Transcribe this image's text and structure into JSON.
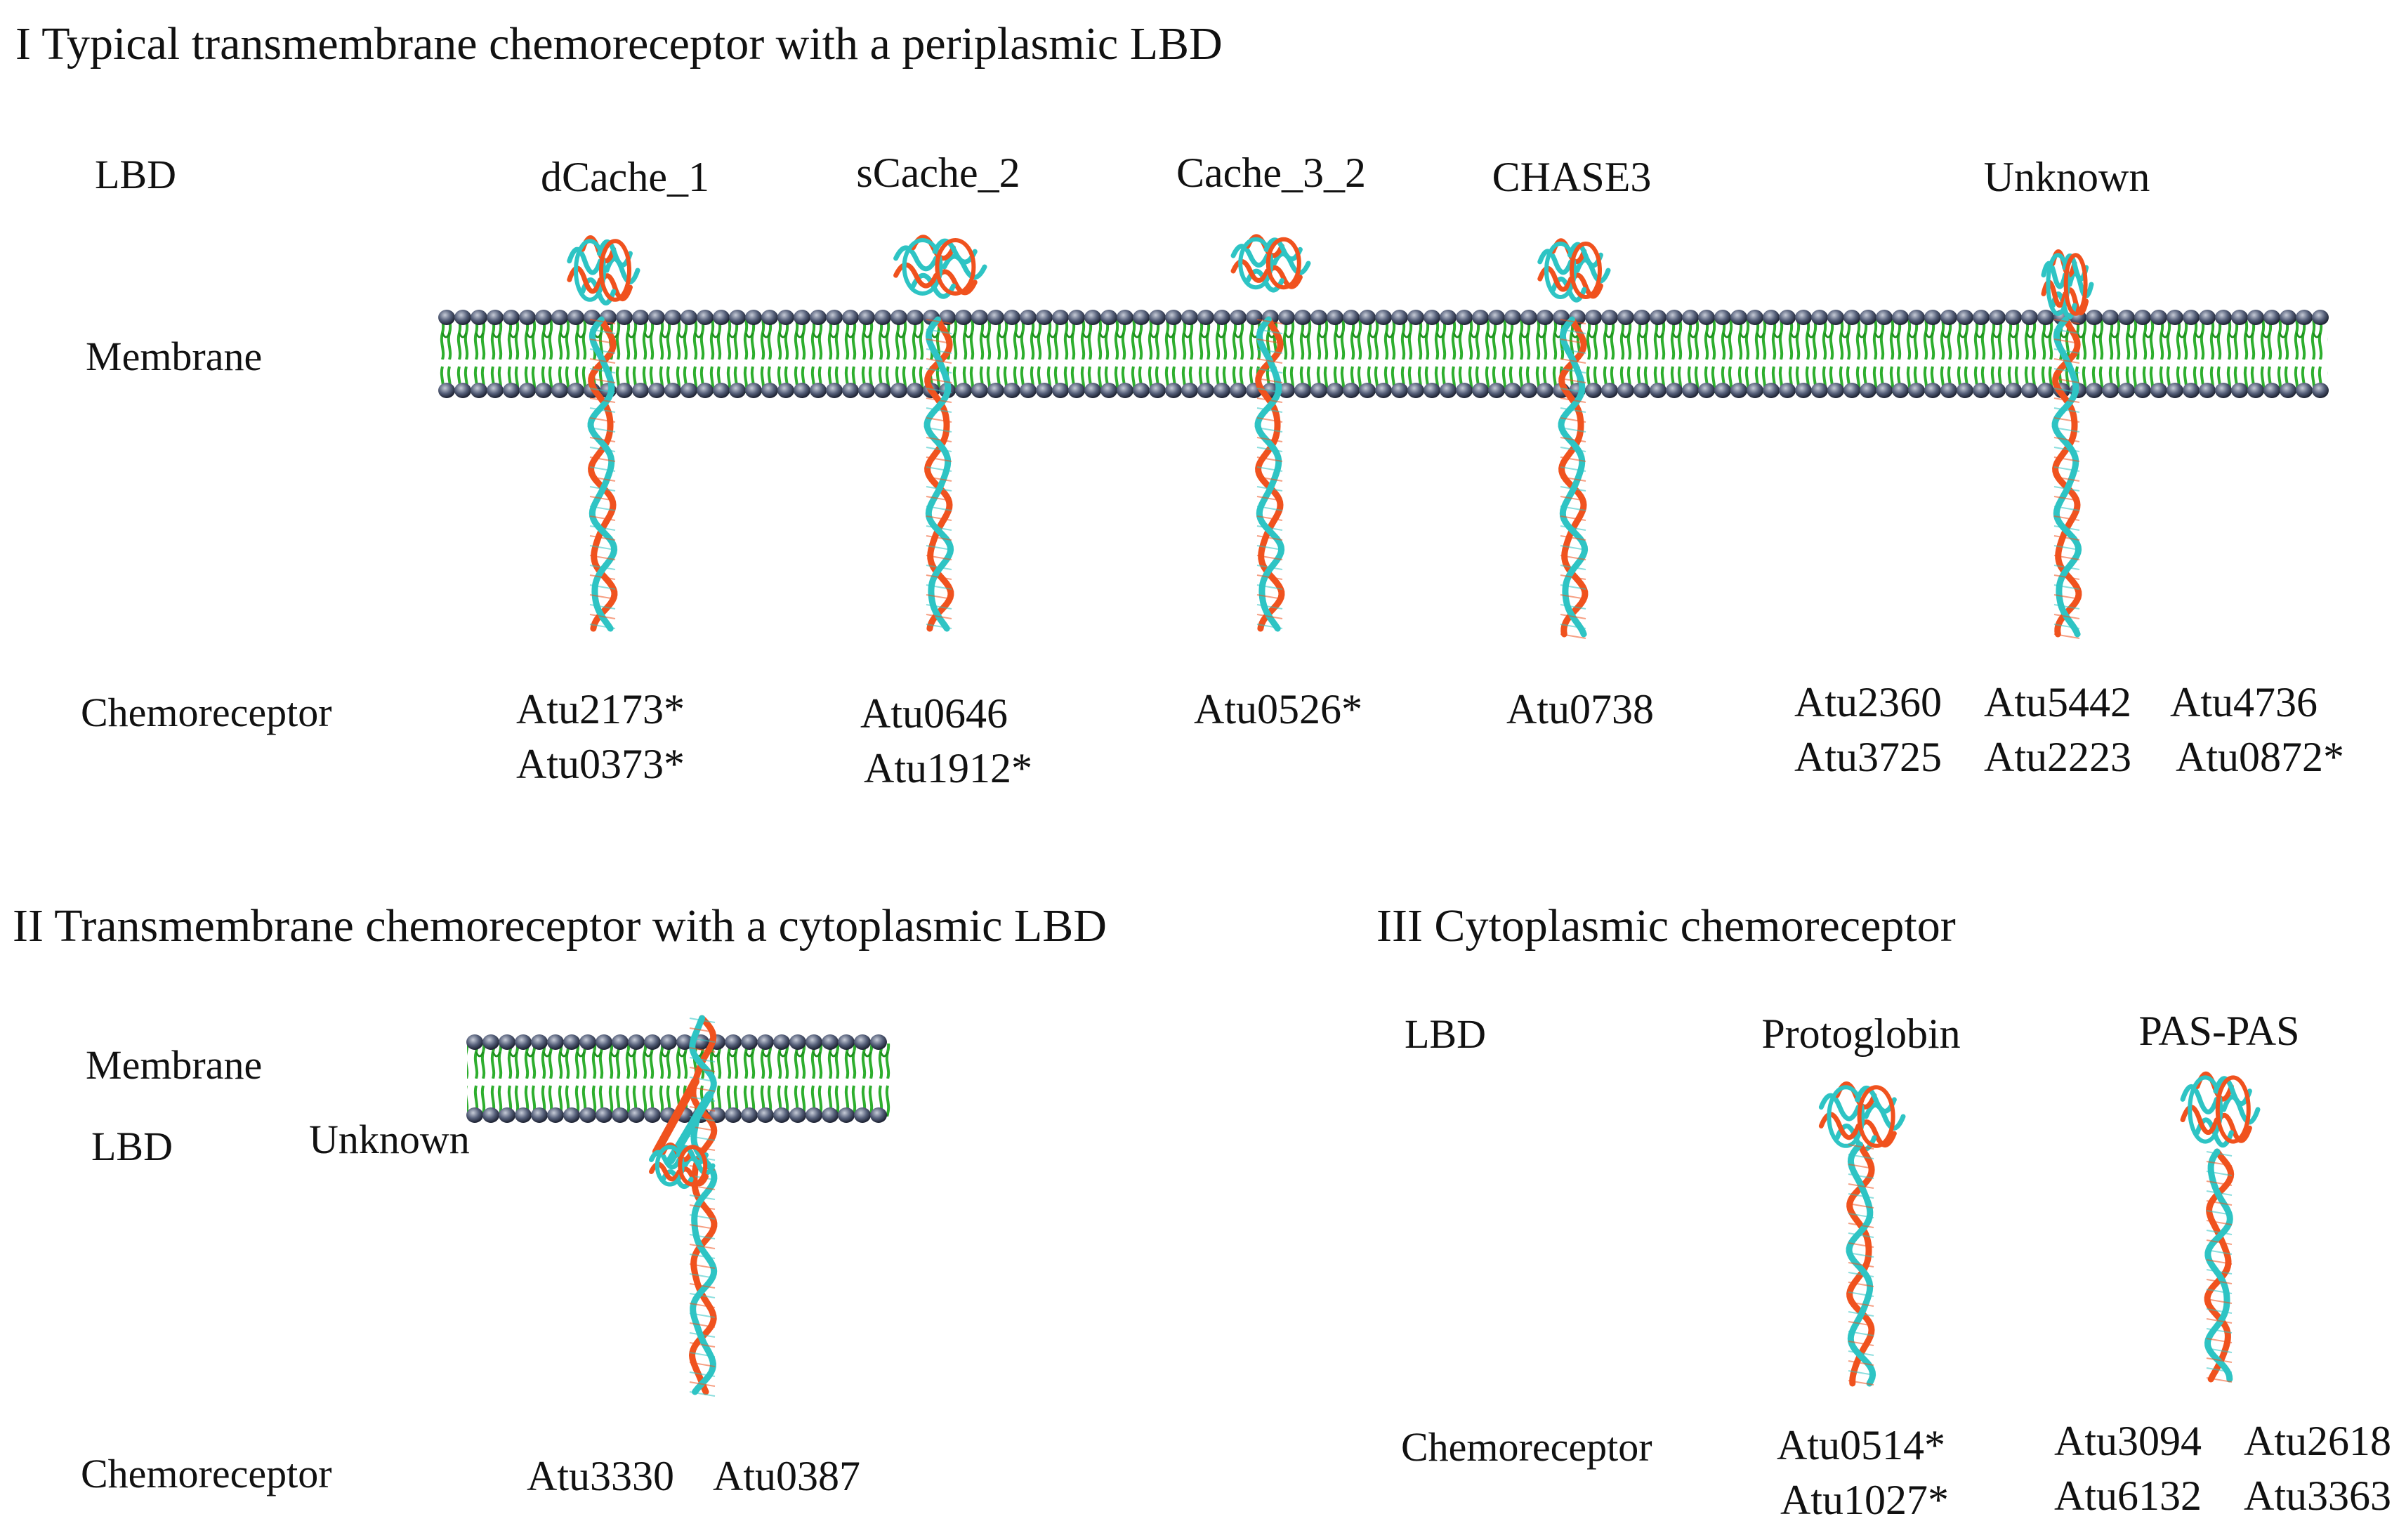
{
  "section1": {
    "title": "I  Typical transmembrane chemoreceptor with a periplasmic LBD",
    "lbd_label": "LBD",
    "membrane_label": "Membrane",
    "chemoreceptor_label": "Chemoreceptor",
    "domains": [
      {
        "name": "dCache_1",
        "ids": [
          "Atu2173*",
          "Atu0373*"
        ]
      },
      {
        "name": "sCache_2",
        "ids": [
          "Atu0646",
          "Atu1912*"
        ]
      },
      {
        "name": "Cache_3_2",
        "ids": [
          "Atu0526*"
        ]
      },
      {
        "name": "CHASE3",
        "ids": [
          "Atu0738"
        ]
      },
      {
        "name": "Unknown",
        "ids": [
          "Atu2360",
          "Atu5442",
          "Atu4736",
          "Atu3725",
          "Atu2223",
          "Atu0872*"
        ]
      }
    ]
  },
  "section2": {
    "title": "II  Transmembrane chemoreceptor with a cytoplasmic LBD",
    "membrane_label": "Membrane",
    "lbd_label": "LBD",
    "domain_name": "Unknown",
    "chemoreceptor_label": "Chemoreceptor",
    "ids": [
      "Atu3330",
      "Atu0387"
    ]
  },
  "section3": {
    "title": "III  Cytoplasmic chemoreceptor",
    "lbd_label": "LBD",
    "chemoreceptor_label": "Chemoreceptor",
    "domains": [
      {
        "name": "Protoglobin",
        "ids": [
          "Atu0514*",
          "Atu1027*"
        ]
      },
      {
        "name": "PAS-PAS",
        "ids": [
          "Atu3094",
          "Atu2618",
          "Atu6132",
          "Atu3363"
        ]
      }
    ]
  },
  "colors": {
    "chain_a": "#f0521e",
    "chain_b": "#2ec4c4",
    "lipid_tail": "#2eae2e",
    "lipid_head": "#3a4358"
  }
}
